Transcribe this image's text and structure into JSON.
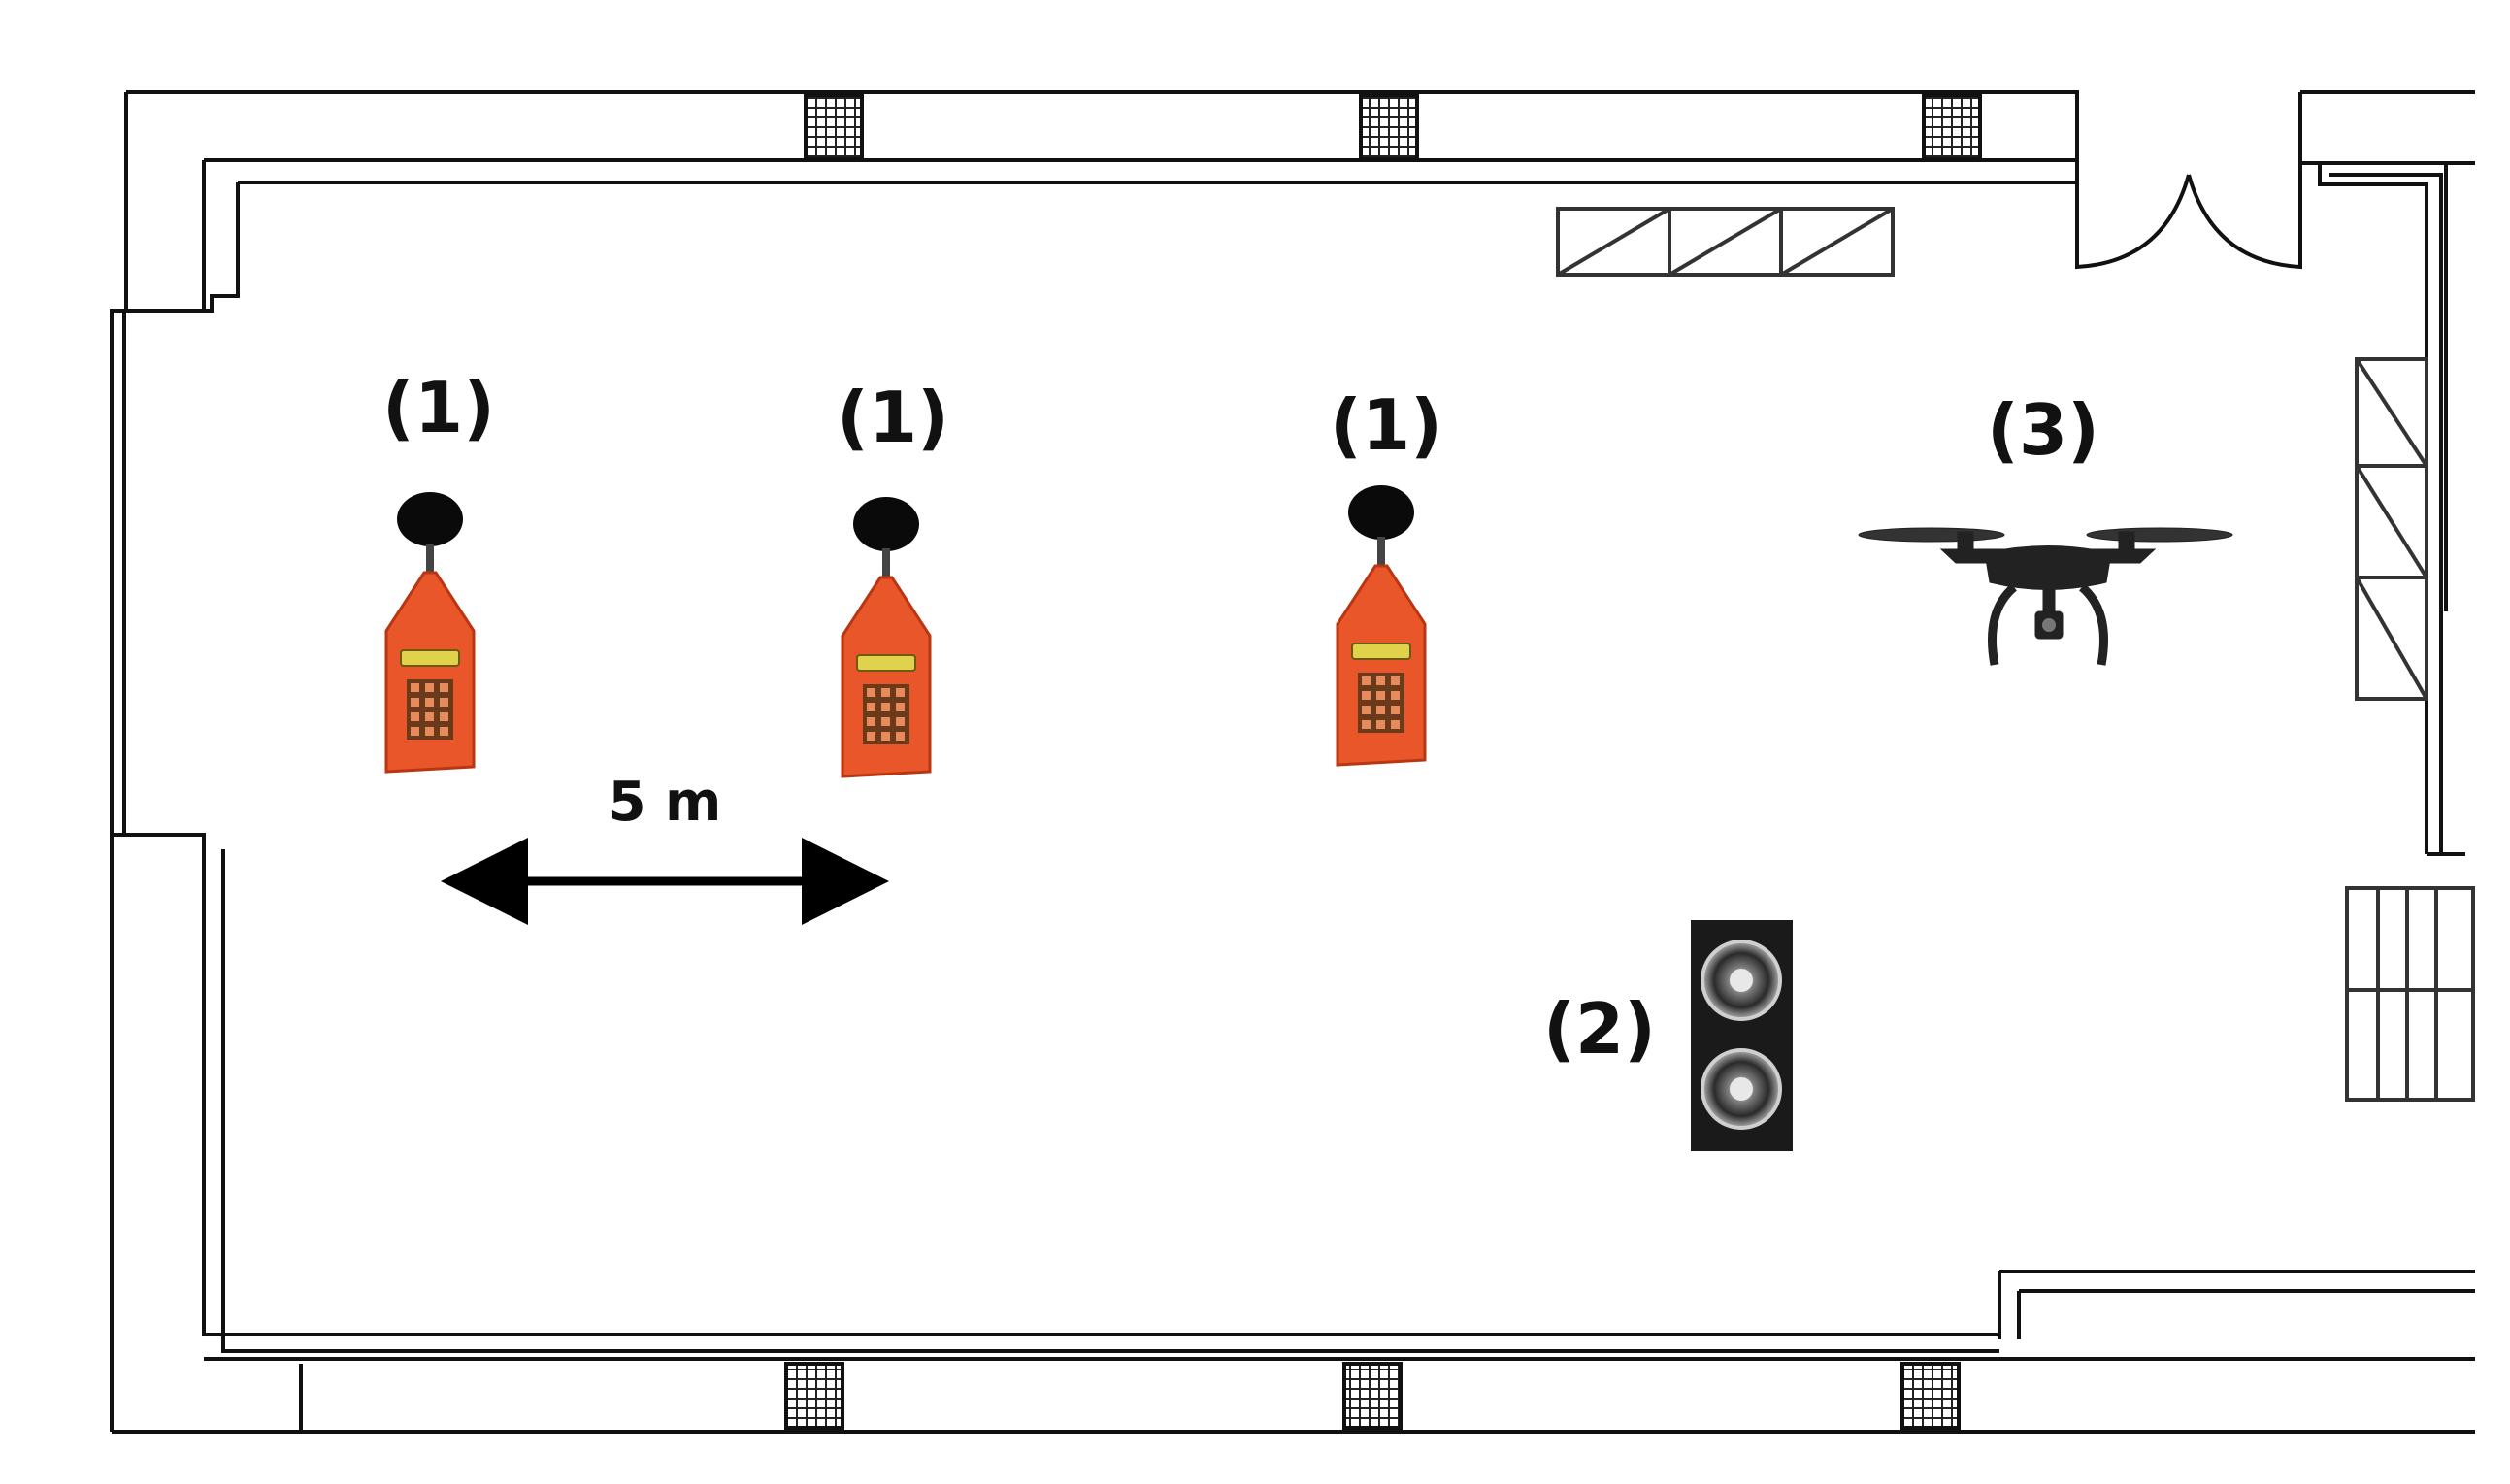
{
  "labels": {
    "meter_1": "(1)",
    "meter_2": "(1)",
    "meter_3": "(1)",
    "speaker": "(2)",
    "drone": "(3)",
    "distance": "5 m"
  },
  "colors": {
    "wall_line": "#111111",
    "meter_body": "#e8562a",
    "meter_body_dark": "#b93612",
    "meter_screen": "#e0d24a",
    "meter_keypad": "#6b3a1a",
    "microphone": "#0a0a0a",
    "speaker_box": "#1a1a1a",
    "speaker_cone": "#8a8a8a",
    "drone": "#222222",
    "window_hatch": "#333333"
  },
  "icons": [
    "sound-level-meter-icon",
    "loudspeaker-icon",
    "drone-icon",
    "double-arrow-icon"
  ]
}
